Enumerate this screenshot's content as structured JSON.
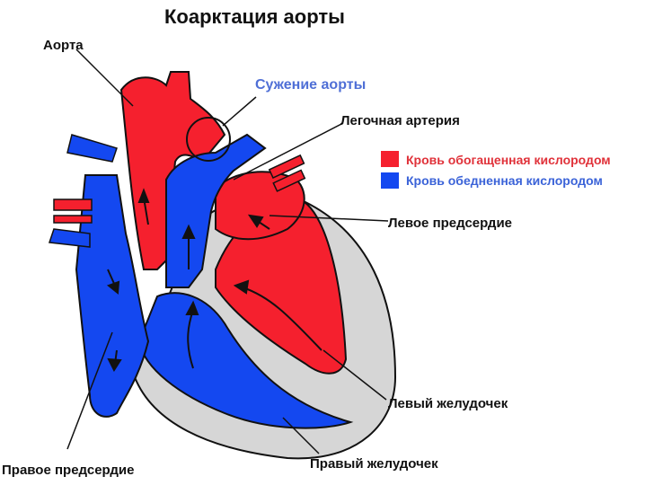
{
  "title": "Коарктация аорты",
  "labels": {
    "aorta": "Аорта",
    "narrowing": "Сужение аорты",
    "pulmonary_artery": "Легочная артерия",
    "left_atrium": "Левое предсердие",
    "left_ventricle": "Левый желудочек",
    "right_ventricle": "Правый желудочек",
    "right_atrium": "Правое предсердие"
  },
  "legend": {
    "oxygenated": "Кровь обогащенная кислородом",
    "deoxygenated": "Кровь обедненная кислородом"
  },
  "colors": {
    "oxygenated": "#f5202e",
    "deoxygenated": "#1448f0",
    "pericardium": "#d6d6d6",
    "outline": "#111111",
    "narrowing_label": "#4f6fd6"
  }
}
